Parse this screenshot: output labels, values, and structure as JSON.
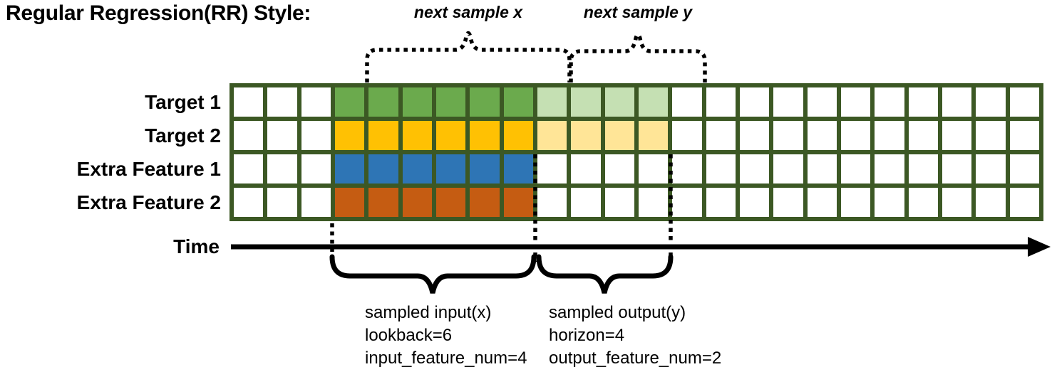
{
  "title": "Regular Regression(RR) Style:",
  "diagram": {
    "next_sample_x_label": "next sample x",
    "next_sample_y_label": "next sample y",
    "time_axis_label": "Time",
    "input_caption": {
      "line1": "sampled input(x)",
      "line2": "lookback=6",
      "line3": "input_feature_num=4"
    },
    "output_caption": {
      "line1": "sampled output(y)",
      "line2": "horizon=4",
      "line3": "output_feature_num=2"
    }
  },
  "params": {
    "lookback": 6,
    "horizon": 4,
    "input_feature_num": 4,
    "output_feature_num": 2
  },
  "colors": {
    "grid_border": "#3C5824",
    "ink": "#000000"
  },
  "grid": {
    "columns": 24,
    "palette": {
      "w": "#FFFFFF",
      "g": "#6BAA4D",
      "gl": "#C5E0B3",
      "y": "#FFC103",
      "yl": "#FFE597",
      "b": "#2E75B5",
      "o": "#C55C12"
    },
    "rows": [
      {
        "label": "Target 1",
        "cells": [
          "w",
          "w",
          "w",
          "g",
          "g",
          "g",
          "g",
          "g",
          "g",
          "gl",
          "gl",
          "gl",
          "gl",
          "w",
          "w",
          "w",
          "w",
          "w",
          "w",
          "w",
          "w",
          "w",
          "w",
          "w"
        ]
      },
      {
        "label": "Target 2",
        "cells": [
          "w",
          "w",
          "w",
          "y",
          "y",
          "y",
          "y",
          "y",
          "y",
          "yl",
          "yl",
          "yl",
          "yl",
          "w",
          "w",
          "w",
          "w",
          "w",
          "w",
          "w",
          "w",
          "w",
          "w",
          "w"
        ]
      },
      {
        "label": "Extra Feature 1",
        "cells": [
          "w",
          "w",
          "w",
          "b",
          "b",
          "b",
          "b",
          "b",
          "b",
          "w",
          "w",
          "w",
          "w",
          "w",
          "w",
          "w",
          "w",
          "w",
          "w",
          "w",
          "w",
          "w",
          "w",
          "w"
        ]
      },
      {
        "label": "Extra Feature 2",
        "cells": [
          "w",
          "w",
          "w",
          "o",
          "o",
          "o",
          "o",
          "o",
          "o",
          "w",
          "w",
          "w",
          "w",
          "w",
          "w",
          "w",
          "w",
          "w",
          "w",
          "w",
          "w",
          "w",
          "w",
          "w"
        ]
      }
    ]
  }
}
